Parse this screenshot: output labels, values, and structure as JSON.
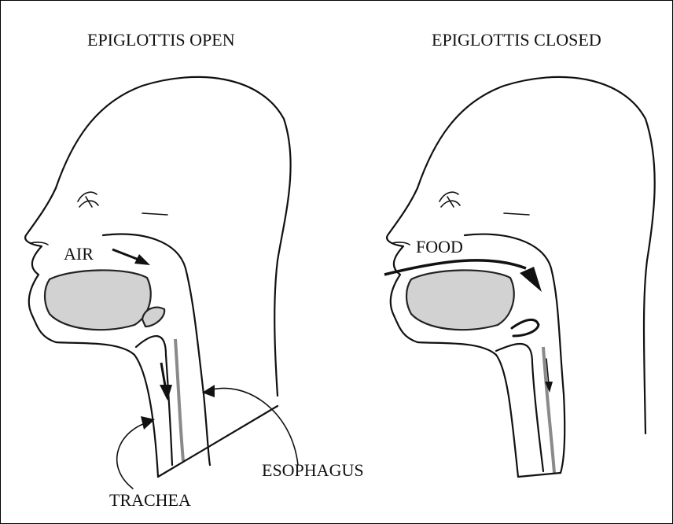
{
  "panels": [
    {
      "title": "EPIGLOTTIS OPEN"
    },
    {
      "title": "EPIGLOTTIS CLOSED"
    }
  ],
  "labels": {
    "air": "AIR",
    "food": "FOOD",
    "esophagus": "ESOPHAGUS",
    "trachea": "TRACHEA"
  }
}
